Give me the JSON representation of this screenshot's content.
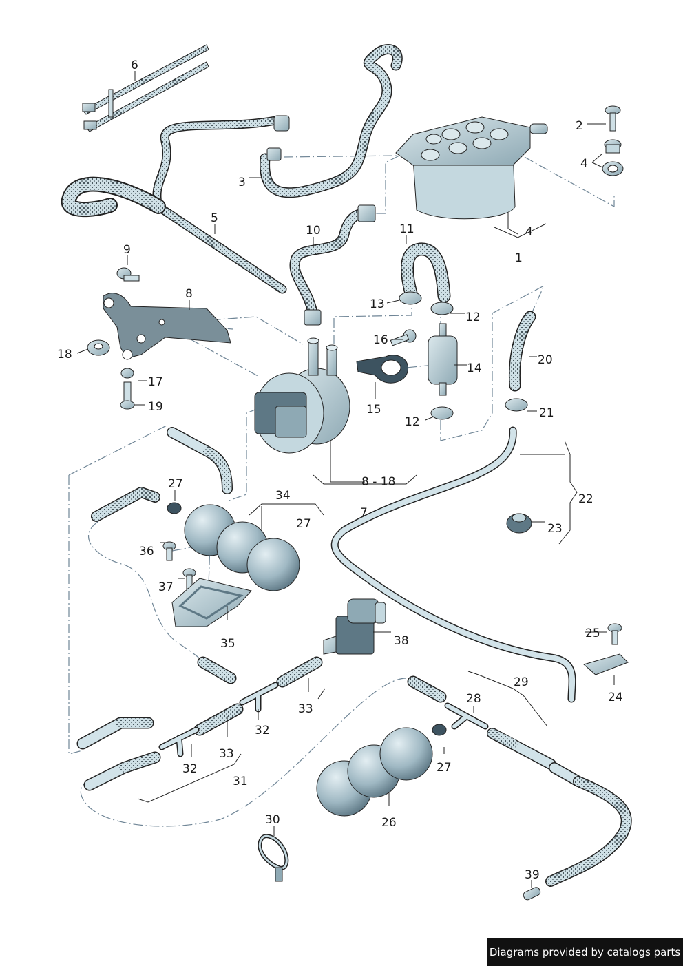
{
  "callouts": [
    {
      "id": "c1",
      "text": "1"
    },
    {
      "id": "c2",
      "text": "2"
    },
    {
      "id": "c3",
      "text": "3"
    },
    {
      "id": "c4a",
      "text": "4"
    },
    {
      "id": "c4b",
      "text": "4"
    },
    {
      "id": "c5",
      "text": "5"
    },
    {
      "id": "c6",
      "text": "6"
    },
    {
      "id": "c7",
      "text": "7"
    },
    {
      "id": "c8",
      "text": "8"
    },
    {
      "id": "c8_18",
      "text": "8 - 18"
    },
    {
      "id": "c9",
      "text": "9"
    },
    {
      "id": "c10",
      "text": "10"
    },
    {
      "id": "c11",
      "text": "11"
    },
    {
      "id": "c12a",
      "text": "12"
    },
    {
      "id": "c12b",
      "text": "12"
    },
    {
      "id": "c13",
      "text": "13"
    },
    {
      "id": "c14",
      "text": "14"
    },
    {
      "id": "c15",
      "text": "15"
    },
    {
      "id": "c16",
      "text": "16"
    },
    {
      "id": "c17",
      "text": "17"
    },
    {
      "id": "c18",
      "text": "18"
    },
    {
      "id": "c19",
      "text": "19"
    },
    {
      "id": "c20",
      "text": "20"
    },
    {
      "id": "c21",
      "text": "21"
    },
    {
      "id": "c22",
      "text": "22"
    },
    {
      "id": "c23",
      "text": "23"
    },
    {
      "id": "c24",
      "text": "24"
    },
    {
      "id": "c25",
      "text": "25"
    },
    {
      "id": "c26",
      "text": "26"
    },
    {
      "id": "c27a",
      "text": "27"
    },
    {
      "id": "c27b",
      "text": "27"
    },
    {
      "id": "c27c",
      "text": "27"
    },
    {
      "id": "c28",
      "text": "28"
    },
    {
      "id": "c29",
      "text": "29"
    },
    {
      "id": "c30",
      "text": "30"
    },
    {
      "id": "c31",
      "text": "31"
    },
    {
      "id": "c32a",
      "text": "32"
    },
    {
      "id": "c32b",
      "text": "32"
    },
    {
      "id": "c33a",
      "text": "33"
    },
    {
      "id": "c33b",
      "text": "33"
    },
    {
      "id": "c34",
      "text": "34"
    },
    {
      "id": "c35",
      "text": "35"
    },
    {
      "id": "c36",
      "text": "36"
    },
    {
      "id": "c37",
      "text": "37"
    },
    {
      "id": "c38",
      "text": "38"
    },
    {
      "id": "c39",
      "text": "39"
    }
  ],
  "footer": {
    "text": "Diagrams provided by catalogs parts"
  },
  "colors": {
    "part_fill": "#c9dde4",
    "part_dark": "#7f9aa6",
    "line": "#222222",
    "dash": "#6f8596",
    "footer_bg": "#111111"
  }
}
